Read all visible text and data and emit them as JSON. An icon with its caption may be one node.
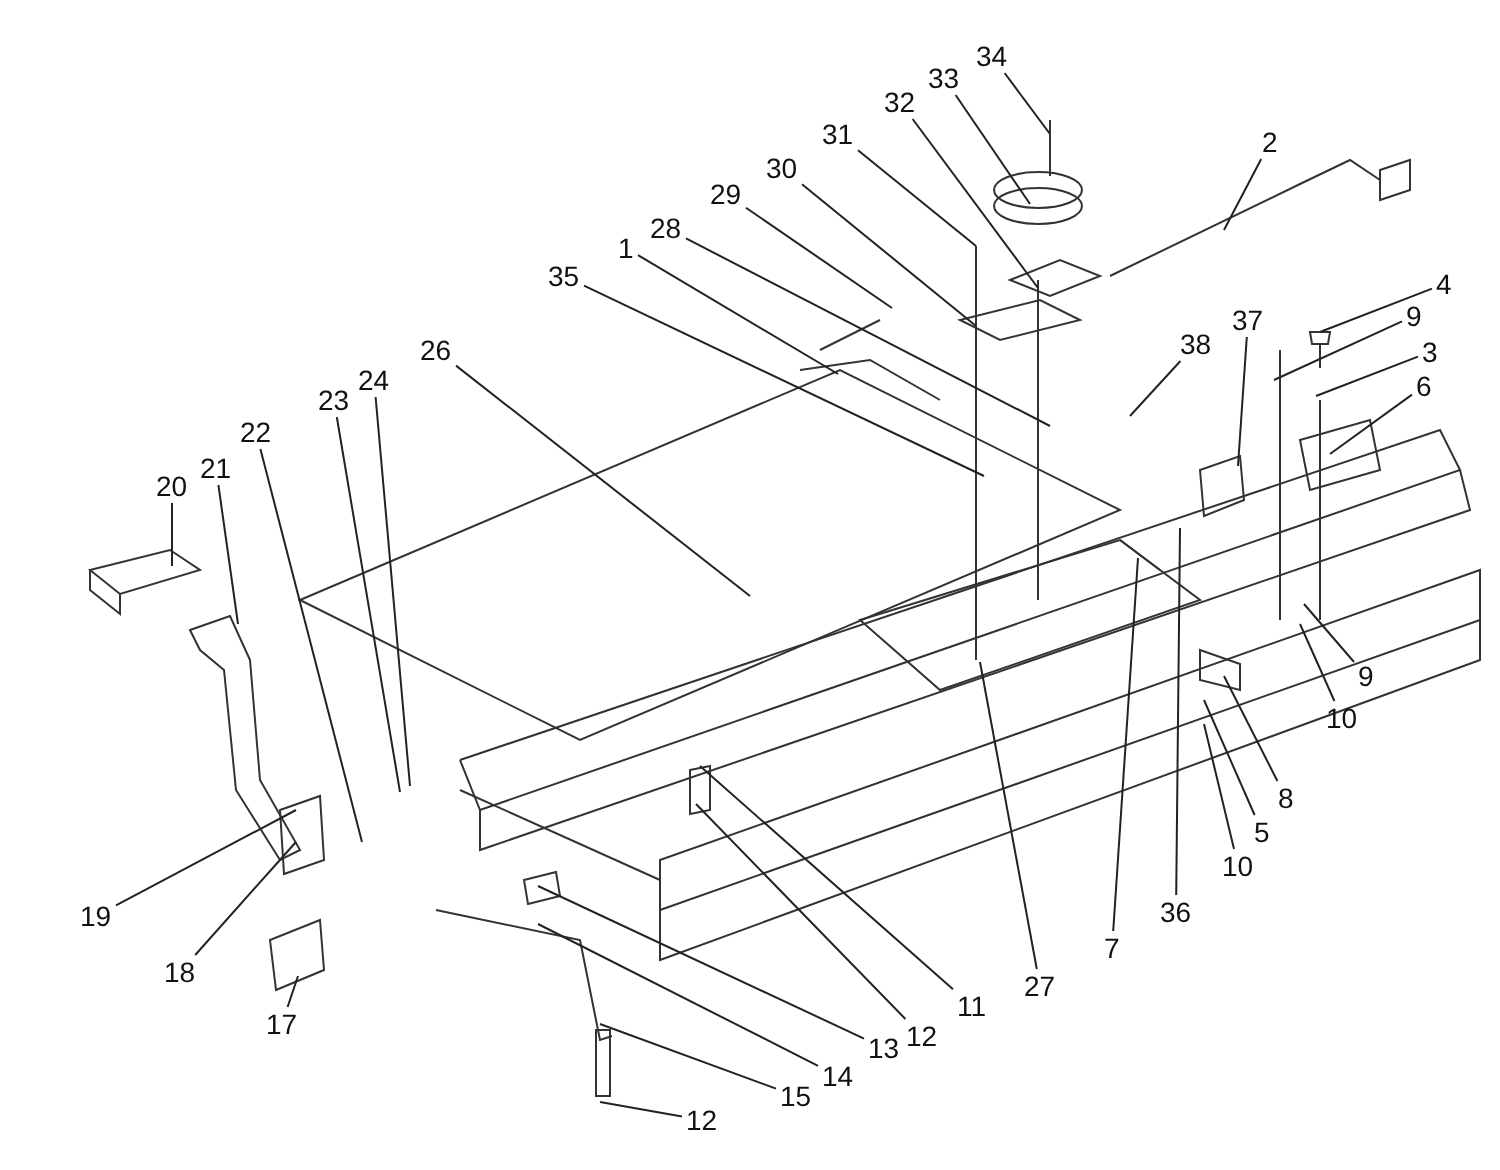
{
  "diagram": {
    "nodes": [
      {
        "text": [
          "34"
        ]
      },
      {
        "text": [
          "33"
        ]
      },
      {
        "text": [
          "32"
        ]
      },
      {
        "text": [
          "2"
        ]
      },
      {
        "text": [
          "31"
        ]
      },
      {
        "text": [
          "30"
        ]
      },
      {
        "text": [
          "29"
        ]
      },
      {
        "text": [
          "28"
        ]
      },
      {
        "text": [
          "1"
        ]
      },
      {
        "text": [
          "35"
        ]
      },
      {
        "text": [
          "4"
        ]
      },
      {
        "text": [
          "9"
        ]
      },
      {
        "text": [
          "37"
        ]
      },
      {
        "text": [
          "38"
        ]
      },
      {
        "text": [
          "3"
        ]
      },
      {
        "text": [
          "26"
        ]
      },
      {
        "text": [
          "6"
        ]
      },
      {
        "text": [
          "24"
        ]
      },
      {
        "text": [
          "23"
        ]
      },
      {
        "text": [
          "22"
        ]
      },
      {
        "text": [
          "21"
        ]
      },
      {
        "text": [
          "20"
        ]
      },
      {
        "text": [
          "9"
        ]
      },
      {
        "text": [
          "10"
        ]
      },
      {
        "text": [
          "8"
        ]
      },
      {
        "text": [
          "5"
        ]
      },
      {
        "text": [
          "10"
        ]
      },
      {
        "text": [
          "36"
        ]
      },
      {
        "text": [
          "19"
        ]
      },
      {
        "text": [
          "7"
        ]
      },
      {
        "text": [
          "18"
        ]
      },
      {
        "text": [
          "27"
        ]
      },
      {
        "text": [
          "11"
        ]
      },
      {
        "text": [
          "17"
        ]
      },
      {
        "text": [
          "12"
        ]
      },
      {
        "text": [
          "13"
        ]
      },
      {
        "text": [
          "14"
        ]
      },
      {
        "text": [
          "15"
        ]
      },
      {
        "text": [
          "12"
        ]
      }
    ],
    "edges": [
      {
        "from": 0,
        "to": null,
        "arrow": "none"
      },
      {
        "from": 1,
        "to": null,
        "arrow": "none"
      },
      {
        "from": 2,
        "to": null,
        "arrow": "none"
      },
      {
        "from": 3,
        "to": null,
        "arrow": "none"
      },
      {
        "from": 4,
        "to": null,
        "arrow": "none"
      },
      {
        "from": 5,
        "to": null,
        "arrow": "none"
      },
      {
        "from": 6,
        "to": null,
        "arrow": "none"
      },
      {
        "from": 7,
        "to": null,
        "arrow": "none"
      },
      {
        "from": 8,
        "to": null,
        "arrow": "none"
      },
      {
        "from": 9,
        "to": null,
        "arrow": "none"
      },
      {
        "from": 10,
        "to": null,
        "arrow": "none"
      },
      {
        "from": 11,
        "to": null,
        "arrow": "none"
      },
      {
        "from": 12,
        "to": null,
        "arrow": "none"
      },
      {
        "from": 13,
        "to": null,
        "arrow": "none"
      },
      {
        "from": 14,
        "to": null,
        "arrow": "none"
      },
      {
        "from": 15,
        "to": null,
        "arrow": "none"
      },
      {
        "from": 16,
        "to": null,
        "arrow": "none"
      },
      {
        "from": 17,
        "to": null,
        "arrow": "none"
      },
      {
        "from": 18,
        "to": null,
        "arrow": "none"
      },
      {
        "from": 19,
        "to": null,
        "arrow": "none"
      },
      {
        "from": 20,
        "to": null,
        "arrow": "none"
      },
      {
        "from": 21,
        "to": null,
        "arrow": "none"
      },
      {
        "from": 22,
        "to": null,
        "arrow": "none"
      },
      {
        "from": 23,
        "to": null,
        "arrow": "none"
      },
      {
        "from": 24,
        "to": null,
        "arrow": "none"
      },
      {
        "from": 25,
        "to": null,
        "arrow": "none"
      },
      {
        "from": 26,
        "to": null,
        "arrow": "none"
      },
      {
        "from": 27,
        "to": null,
        "arrow": "none"
      },
      {
        "from": 28,
        "to": null,
        "arrow": "none"
      },
      {
        "from": 29,
        "to": null,
        "arrow": "none"
      },
      {
        "from": 30,
        "to": null,
        "arrow": "none"
      },
      {
        "from": 31,
        "to": null,
        "arrow": "none"
      },
      {
        "from": 32,
        "to": null,
        "arrow": "none"
      },
      {
        "from": 33,
        "to": null,
        "arrow": "none"
      },
      {
        "from": 34,
        "to": null,
        "arrow": "none"
      },
      {
        "from": 35,
        "to": null,
        "arrow": "none"
      },
      {
        "from": 36,
        "to": null,
        "arrow": "none"
      },
      {
        "from": 37,
        "to": null,
        "arrow": "none"
      },
      {
        "from": 38,
        "to": null,
        "arrow": "none"
      }
    ]
  }
}
